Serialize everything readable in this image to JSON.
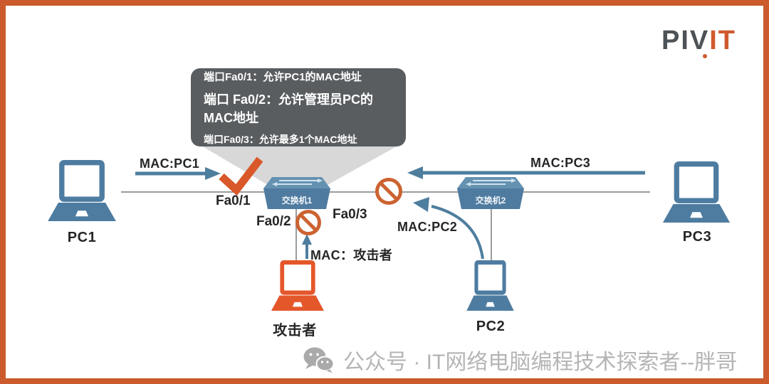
{
  "logo": {
    "part_gray": "PIV",
    "part_orange": "IT"
  },
  "callout": {
    "line1": "端口Fa0/1：允许PC1的MAC地址",
    "line2": "端口 Fa0/2：允许管理员PC的MAC地址",
    "line3": "端口Fa0/3：允许最多1个MAC地址"
  },
  "flows": {
    "mac_pc1": "MAC:PC1",
    "mac_pc3": "MAC:PC3",
    "mac_pc2": "MAC:PC2",
    "mac_attacker": "MAC：攻击者"
  },
  "ports": {
    "fa0_1": "Fa0/1",
    "fa0_2": "Fa0/2",
    "fa0_3": "Fa0/3"
  },
  "devices": {
    "pc1": "PC1",
    "pc2": "PC2",
    "pc3": "PC3",
    "attacker": "攻击者",
    "switch1": "交换机1",
    "switch2": "交换机2"
  },
  "watermark": {
    "text": "公众号 · IT网络电脑编程技术探索者--胖哥"
  },
  "icons": {
    "check": "check-icon",
    "no_entry": "no-entry-icon",
    "laptop": "laptop-icon",
    "switch": "switch-icon",
    "wechat": "wechat-icon"
  },
  "colors": {
    "frame_orange": "#cb5a2c",
    "accent_orange": "#e4572b",
    "check_orange": "#d9582b",
    "sign_orange": "#cc6331",
    "steel_blue": "#4e7ca1",
    "switch_top": "#6591b1",
    "switch_front": "#4f7ba0",
    "callout_gray": "#595d5f",
    "funnel_gray": "#d8d8d8",
    "line_gray": "#9c9c9c",
    "watermark_gray": "#b5b5b5",
    "logo_gray": "#4d5257",
    "logo_orange": "#cf5a2d"
  }
}
